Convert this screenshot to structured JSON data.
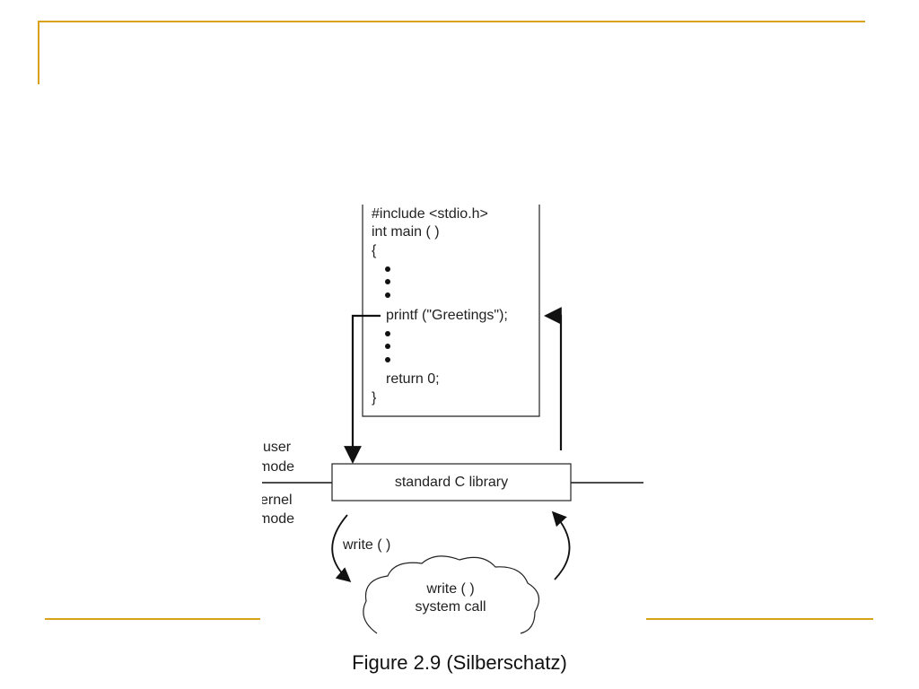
{
  "slide": {
    "accent_color": "#d9a21b",
    "caption": "Figure 2.9 (Silberschatz)"
  },
  "diagram": {
    "code_lines": {
      "include": "#include <stdio.h>",
      "main": "int main ( )",
      "open_brace": "{",
      "printf": "printf (\"Greetings\");",
      "return": "return 0;",
      "close_brace": "}"
    },
    "mode_labels": {
      "user_1": "user",
      "user_2": "mode",
      "kernel_1": "ernel",
      "kernel_2": "mode"
    },
    "library_label": "standard C library",
    "write_label": "write ( )",
    "syscall_label_1": "write ( )",
    "syscall_label_2": "system call"
  }
}
